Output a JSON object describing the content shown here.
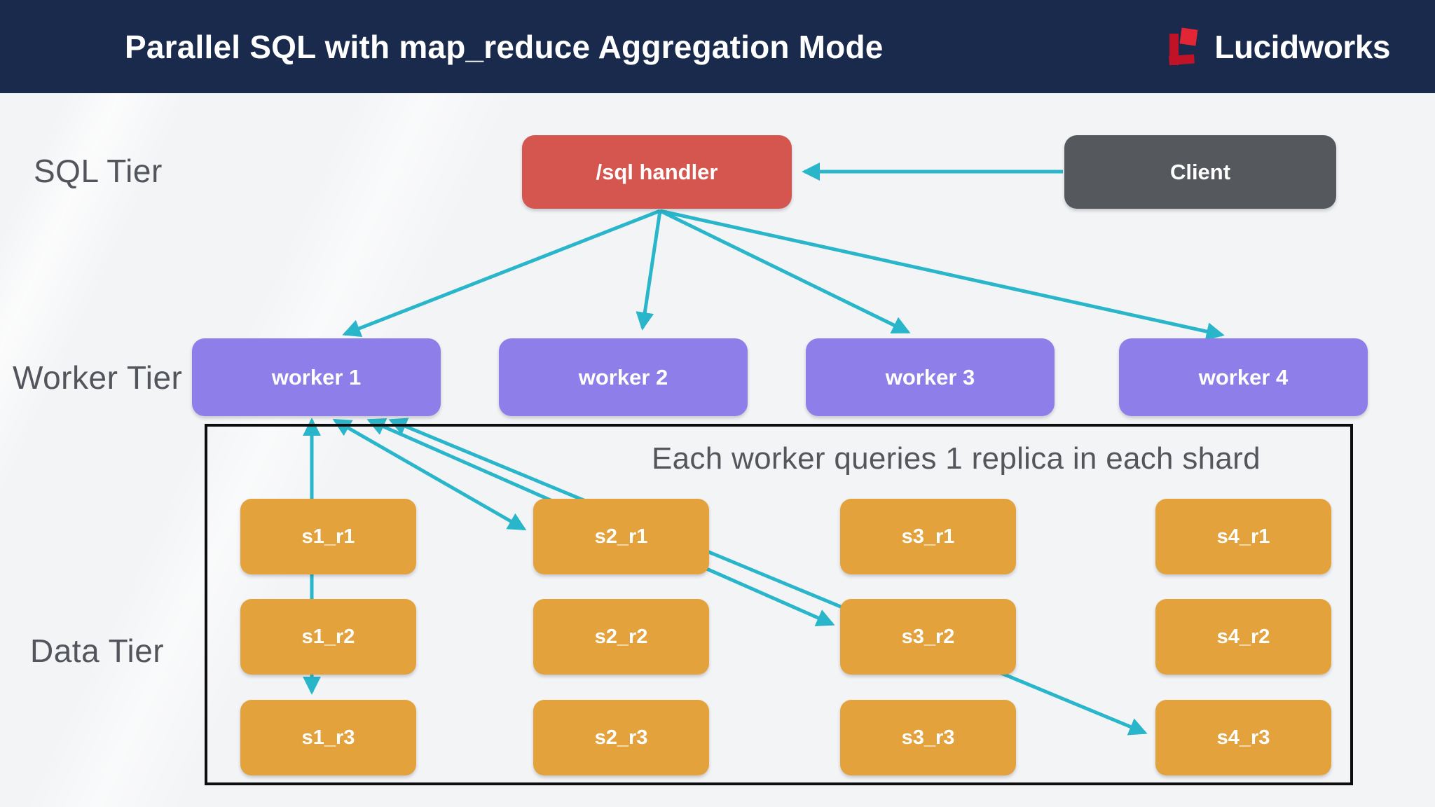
{
  "header": {
    "title": "Parallel SQL with map_reduce Aggregation Mode",
    "brand": "Lucidworks"
  },
  "tier_labels": [
    "SQL Tier",
    "Worker Tier",
    "Data Tier"
  ],
  "nodes": {
    "sql_handler": "/sql handler",
    "client": "Client"
  },
  "workers": [
    "worker 1",
    "worker 2",
    "worker 3",
    "worker 4"
  ],
  "data_tier": {
    "note": "Each worker queries 1 replica in each shard",
    "shards": [
      [
        "s1_r1",
        "s1_r2",
        "s1_r3"
      ],
      [
        "s2_r1",
        "s2_r2",
        "s2_r3"
      ],
      [
        "s3_r1",
        "s3_r2",
        "s3_r3"
      ],
      [
        "s4_r1",
        "s4_r2",
        "s4_r3"
      ]
    ]
  },
  "edges": [
    {
      "from": "Client",
      "to": "/sql handler",
      "bidirectional": false
    },
    {
      "from": "/sql handler",
      "to": "worker 1",
      "bidirectional": false
    },
    {
      "from": "/sql handler",
      "to": "worker 2",
      "bidirectional": false
    },
    {
      "from": "/sql handler",
      "to": "worker 3",
      "bidirectional": false
    },
    {
      "from": "/sql handler",
      "to": "worker 4",
      "bidirectional": false
    },
    {
      "from": "worker 1",
      "to": "s1_r3",
      "bidirectional": true
    },
    {
      "from": "worker 1",
      "to": "s2_r1",
      "bidirectional": true
    },
    {
      "from": "worker 1",
      "to": "s3_r2",
      "bidirectional": true
    },
    {
      "from": "worker 1",
      "to": "s4_r3",
      "bidirectional": true
    }
  ],
  "colors": {
    "header_navy": "#192a4d",
    "handler_red": "#d5564f",
    "client_gray": "#55585d",
    "worker_purple": "#8d7ee9",
    "replica_orange": "#e4a23c",
    "arrow_teal": "#29b6ca",
    "frame_black": "#0d0d0f",
    "background": "#f3f4f6",
    "logo_red": "#e32636"
  }
}
